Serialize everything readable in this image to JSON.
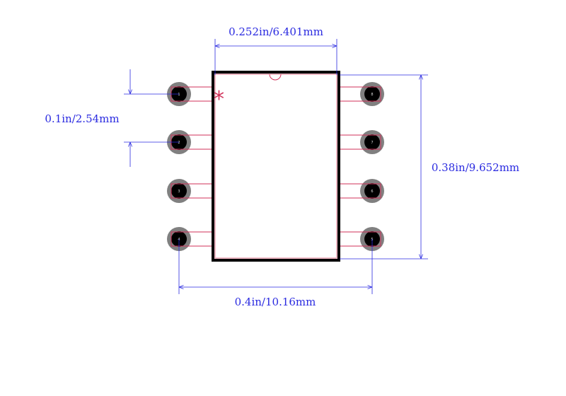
{
  "dimensions": {
    "body_width": "0.252in/6.401mm",
    "body_length": "0.38in/9.652mm",
    "pad_span": "0.4in/10.16mm",
    "pitch": "0.1in/2.54mm"
  },
  "pins": {
    "left": [
      "1",
      "2",
      "3",
      "4"
    ],
    "right": [
      "8",
      "7",
      "6",
      "5"
    ]
  },
  "pin1_marker": "*",
  "colors": {
    "dimension": "#2a2ae0",
    "outline": "#000000",
    "pad_ring": "#808080",
    "pad_hole": "#000000",
    "pin_outline": "#d0325a"
  }
}
